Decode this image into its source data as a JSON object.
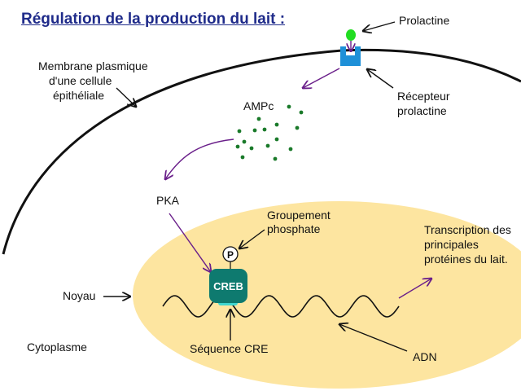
{
  "title": "Régulation de la production du lait :",
  "labels": {
    "prolactine": "Prolactine",
    "membrane": [
      "Membrane plasmique",
      "d'une cellule",
      "épithéliale"
    ],
    "recepteur": [
      "Récepteur",
      "prolactine"
    ],
    "ampc": "AMPc",
    "pka": "PKA",
    "groupement": [
      "Groupement",
      "phosphate"
    ],
    "transcription": [
      "Transcription des",
      "principales",
      "protéines du lait."
    ],
    "noyau": "Noyau",
    "cytoplasme": "Cytoplasme",
    "sequence_cre": "Séquence CRE",
    "adn": "ADN",
    "p_symbol": "P",
    "creb": "CREB"
  },
  "colors": {
    "title": "#1f2b8a",
    "nucleus": "#fde5a0",
    "receptor": "#1e90d8",
    "prolactin": "#22dd22",
    "ampc_dots": "#1a7a2a",
    "purple_arrows": "#6a1f8a",
    "creb_fill": "#0e7a6f",
    "cre_site": "#3fd6cf"
  }
}
